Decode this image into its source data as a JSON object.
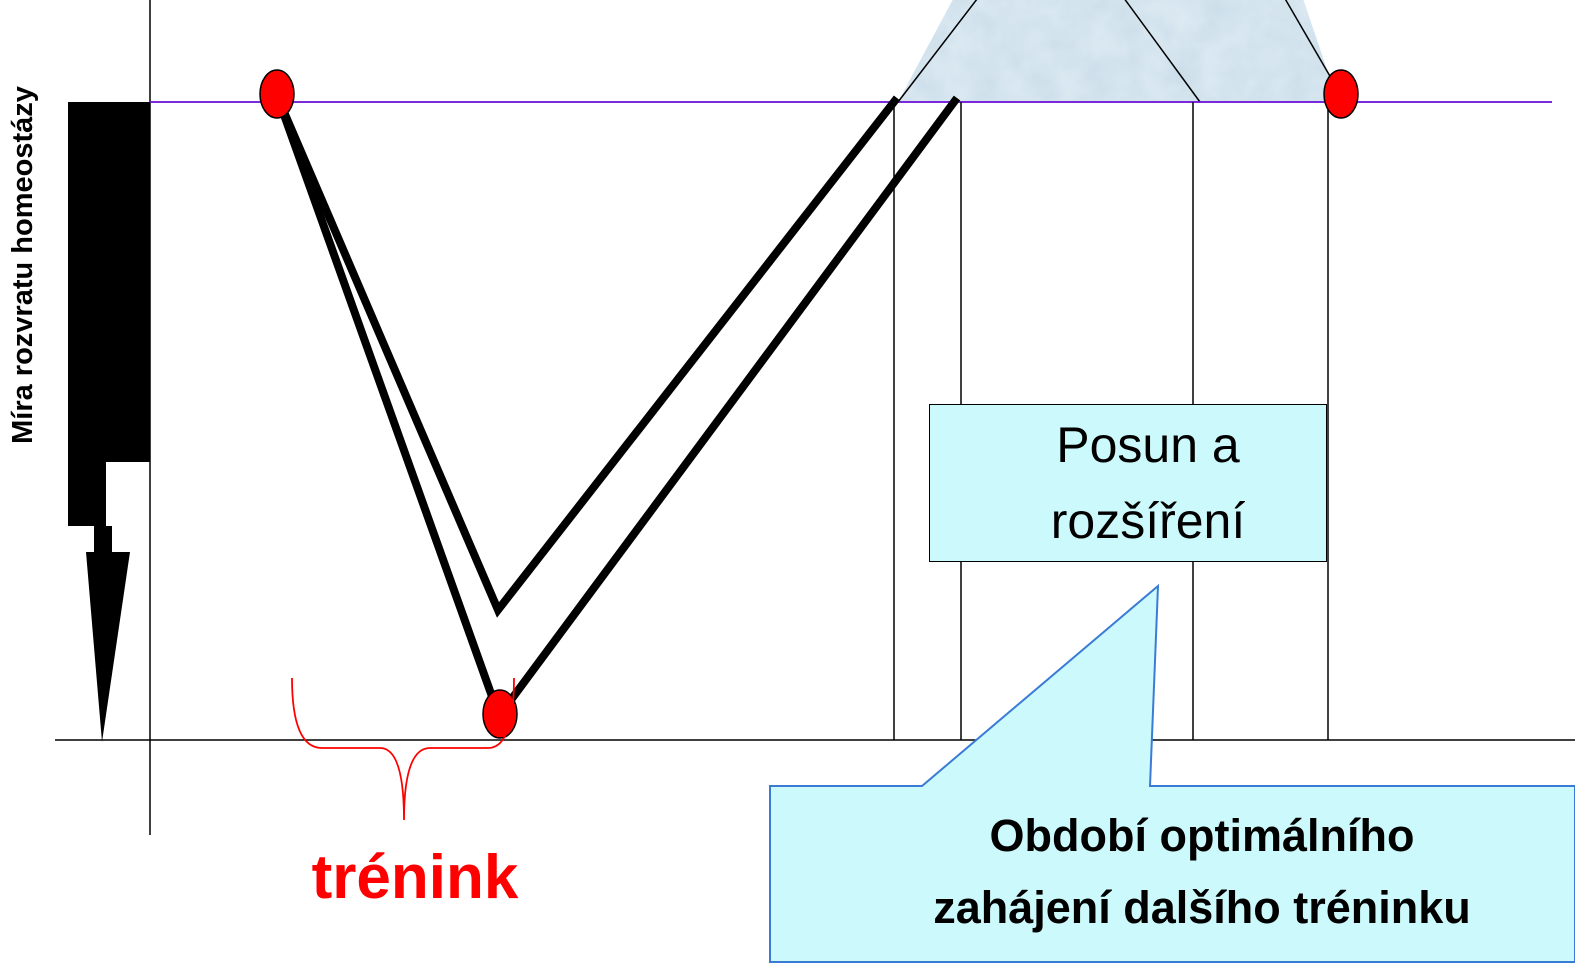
{
  "diagram": {
    "y_axis_label": "Míra rozvratu homeostázy",
    "box_label_line1": "Posun a",
    "box_label_line2": "rozšíření",
    "callout_line1": "Období optimálního",
    "callout_line2": "zahájení dalšího tréninku",
    "brace_label": "trénink"
  },
  "colors": {
    "baseline": "#6a0dd6",
    "curve": "#000000",
    "point": "#ff0000",
    "brace": "#ff0000",
    "triangle_fill": "#c9dde9",
    "box_fill": "#ccf9fc",
    "callout_border": "#3a7bd5",
    "callout_fill": "#ccf9fc"
  },
  "icons": {
    "arrow": "down-arrow-icon",
    "point": "red-dot-icon"
  }
}
